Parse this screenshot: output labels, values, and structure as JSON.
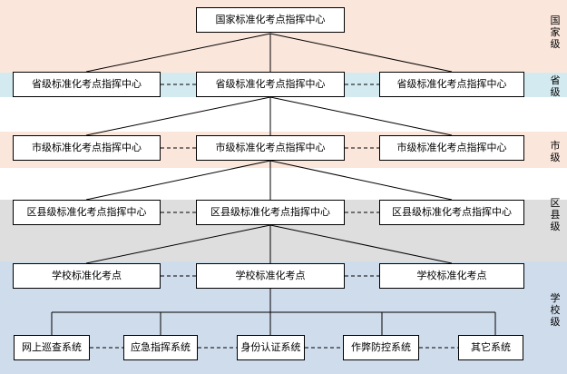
{
  "levels": {
    "national": "国家级",
    "province": "省级",
    "city": "市级",
    "county": "区县级",
    "school": "学校级"
  },
  "nodes": {
    "national_center": "国家标准化考点指挥中心",
    "province_centers": [
      "省级标准化考点指挥中心",
      "省级标准化考点指挥中心",
      "省级标准化考点指挥中心"
    ],
    "city_centers": [
      "市级标准化考点指挥中心",
      "市级标准化考点指挥中心",
      "市级标准化考点指挥中心"
    ],
    "county_centers": [
      "区县级标准化考点指挥中心",
      "区县级标准化考点指挥中心",
      "区县级标准化考点指挥中心"
    ],
    "schools": [
      "学校标准化考点",
      "学校标准化考点",
      "学校标准化考点"
    ],
    "systems": [
      "网上巡查系统",
      "应急指挥系统",
      "身份认证系统",
      "作弊防控系统",
      "其它系统"
    ]
  }
}
